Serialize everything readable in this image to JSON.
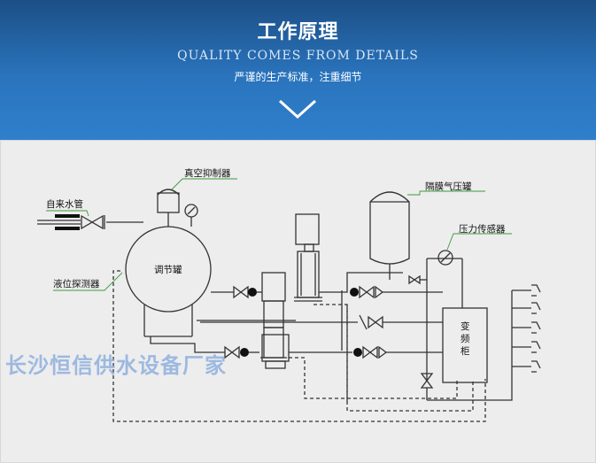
{
  "banner": {
    "title": "工作原理",
    "subtitle": "QUALITY COMES FROM DETAILS",
    "tagline": "严谨的生产标准，注重细节"
  },
  "diagram": {
    "labels": {
      "vacuum_suppressor": "真空抑制器",
      "inlet_pipe": "自来水管",
      "regulating_tank": "调节罐",
      "level_probe": "液位探测器",
      "diaphragm_tank": "隔膜气压罐",
      "pressure_sensor": "压力传感器",
      "vfd_cabinet": "变频柜"
    }
  },
  "watermark": "长沙恒信供水设备厂家",
  "colors": {
    "banner_top": "#1c4f86",
    "banner_bottom": "#2f7fcb",
    "panel": "#ededed",
    "label_pointer": "#3a9a3a"
  }
}
